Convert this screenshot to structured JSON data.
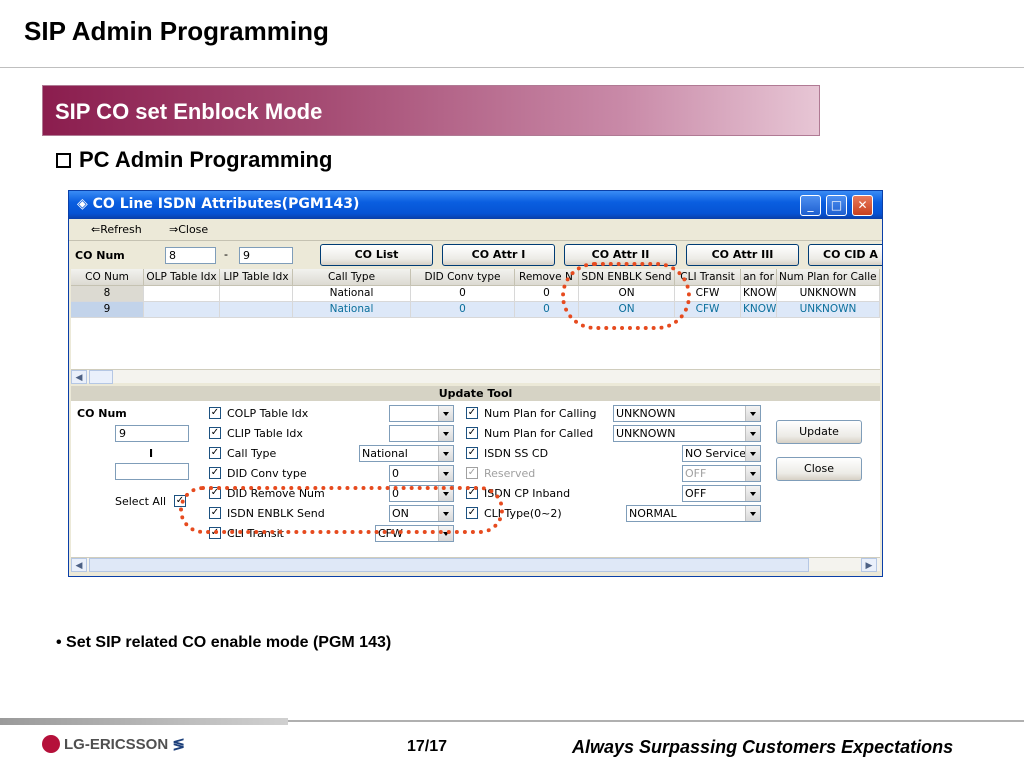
{
  "slide": {
    "title": "SIP Admin Programming",
    "section": "SIP CO set Enblock Mode",
    "subheading": "PC Admin Programming",
    "bullet": "• Set SIP related CO enable mode (PGM 143)",
    "page": "17/17",
    "tagline": "Always Surpassing Customers Expectations",
    "logo": "LG-ERICSSON"
  },
  "window": {
    "title": "CO Line ISDN Attributes(PGM143)",
    "toolbar": {
      "refresh": "Refresh",
      "close": "Close"
    },
    "co_num_label": "CO Num",
    "co_num_from": "8",
    "co_num_sep": "-",
    "co_num_to": "9",
    "tabs": [
      "CO List",
      "CO Attr I",
      "CO Attr II",
      "CO Attr III",
      "CO CID A"
    ]
  },
  "grid": {
    "columns": [
      "CO Num",
      "OLP Table Idx",
      "LIP Table Idx",
      "Call Type",
      "DID Conv type",
      "Remove N",
      "SDN ENBLK Send",
      "CLI Transit",
      "an for",
      "Num Plan for Calle"
    ],
    "rows": [
      [
        "8",
        "",
        "",
        "National",
        "0",
        "0",
        "ON",
        "CFW",
        "KNOW",
        "UNKNOWN"
      ],
      [
        "9",
        "",
        "",
        "National",
        "0",
        "0",
        "ON",
        "CFW",
        "KNOW",
        "UNKNOWN"
      ]
    ]
  },
  "update": {
    "title": "Update Tool",
    "co_num_label": "CO Num",
    "co_num_value": "9",
    "range_sep": "I",
    "co_num_to": "",
    "select_all": "Select All",
    "left_opts": [
      {
        "label": "COLP Table Idx",
        "value": ""
      },
      {
        "label": "CLIP Table Idx",
        "value": ""
      },
      {
        "label": "Call Type",
        "value": "National"
      },
      {
        "label": "DID Conv type",
        "value": "0"
      },
      {
        "label": "DID Remove Num",
        "value": "0"
      },
      {
        "label": "ISDN ENBLK Send",
        "value": "ON"
      },
      {
        "label": "CLI Transit",
        "value": "CFW"
      }
    ],
    "right_opts": [
      {
        "label": "Num Plan for Calling",
        "value": "UNKNOWN"
      },
      {
        "label": "Num Plan for Called",
        "value": "UNKNOWN"
      },
      {
        "label": "ISDN SS CD",
        "value": "NO Service"
      },
      {
        "label": "Reserved",
        "value": "OFF"
      },
      {
        "label": "ISDN CP Inband",
        "value": "OFF"
      },
      {
        "label": "CLI Type(0~2)",
        "value": "NORMAL"
      }
    ],
    "update_btn": "Update",
    "close_btn": "Close"
  },
  "colors": {
    "banner": "#8b1d4e",
    "titlebar": "#0a5ee0",
    "annotation": "#e64b1f"
  }
}
